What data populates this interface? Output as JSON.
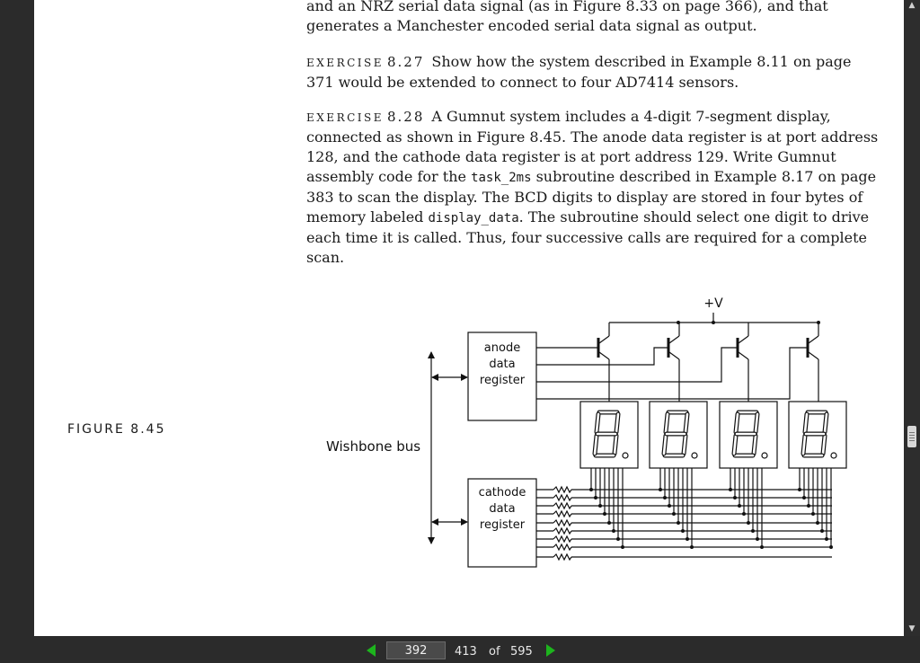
{
  "document": {
    "intro_text": "and an NRZ serial data signal (as in Figure 8.33 on page 366), and that generates a Manchester encoded serial data signal as output.",
    "exercise_8_27": {
      "label": "EXERCISE",
      "number": "8.27",
      "text": "Show how the system described in Example 8.11 on page 371 would be extended to connect to four AD7414 sensors."
    },
    "exercise_8_28": {
      "label": "EXERCISE",
      "number": "8.28",
      "text_1": "A Gumnut system includes a 4-digit 7-segment display, connected as shown in Figure 8.45. The anode data register is at port address 128, and the cathode data register is at port address 129. Write Gumnut assembly code for the ",
      "code_1": "task_2ms",
      "text_2": " subroutine described in Example 8.17 on page 383 to scan the display. The BCD digits to display are stored in four bytes of memory labeled ",
      "code_2": "display_data",
      "text_3": ". The subroutine should select one digit to drive each time it is called. Thus, four successive calls are required for a complete scan."
    },
    "figure_caption": "FIGURE 8.45",
    "diagram": {
      "supply_label": "+V",
      "bus_label": "Wishbone bus",
      "anode_register": [
        "anode",
        "data",
        "register"
      ],
      "cathode_register": [
        "cathode",
        "data",
        "register"
      ]
    }
  },
  "navigation": {
    "current_page": "392",
    "printed_page": "413",
    "of_label": "of",
    "total_pages": "595"
  },
  "colors": {
    "nav_arrow": "#1db41d",
    "viewer_background": "#2b2b2b"
  }
}
